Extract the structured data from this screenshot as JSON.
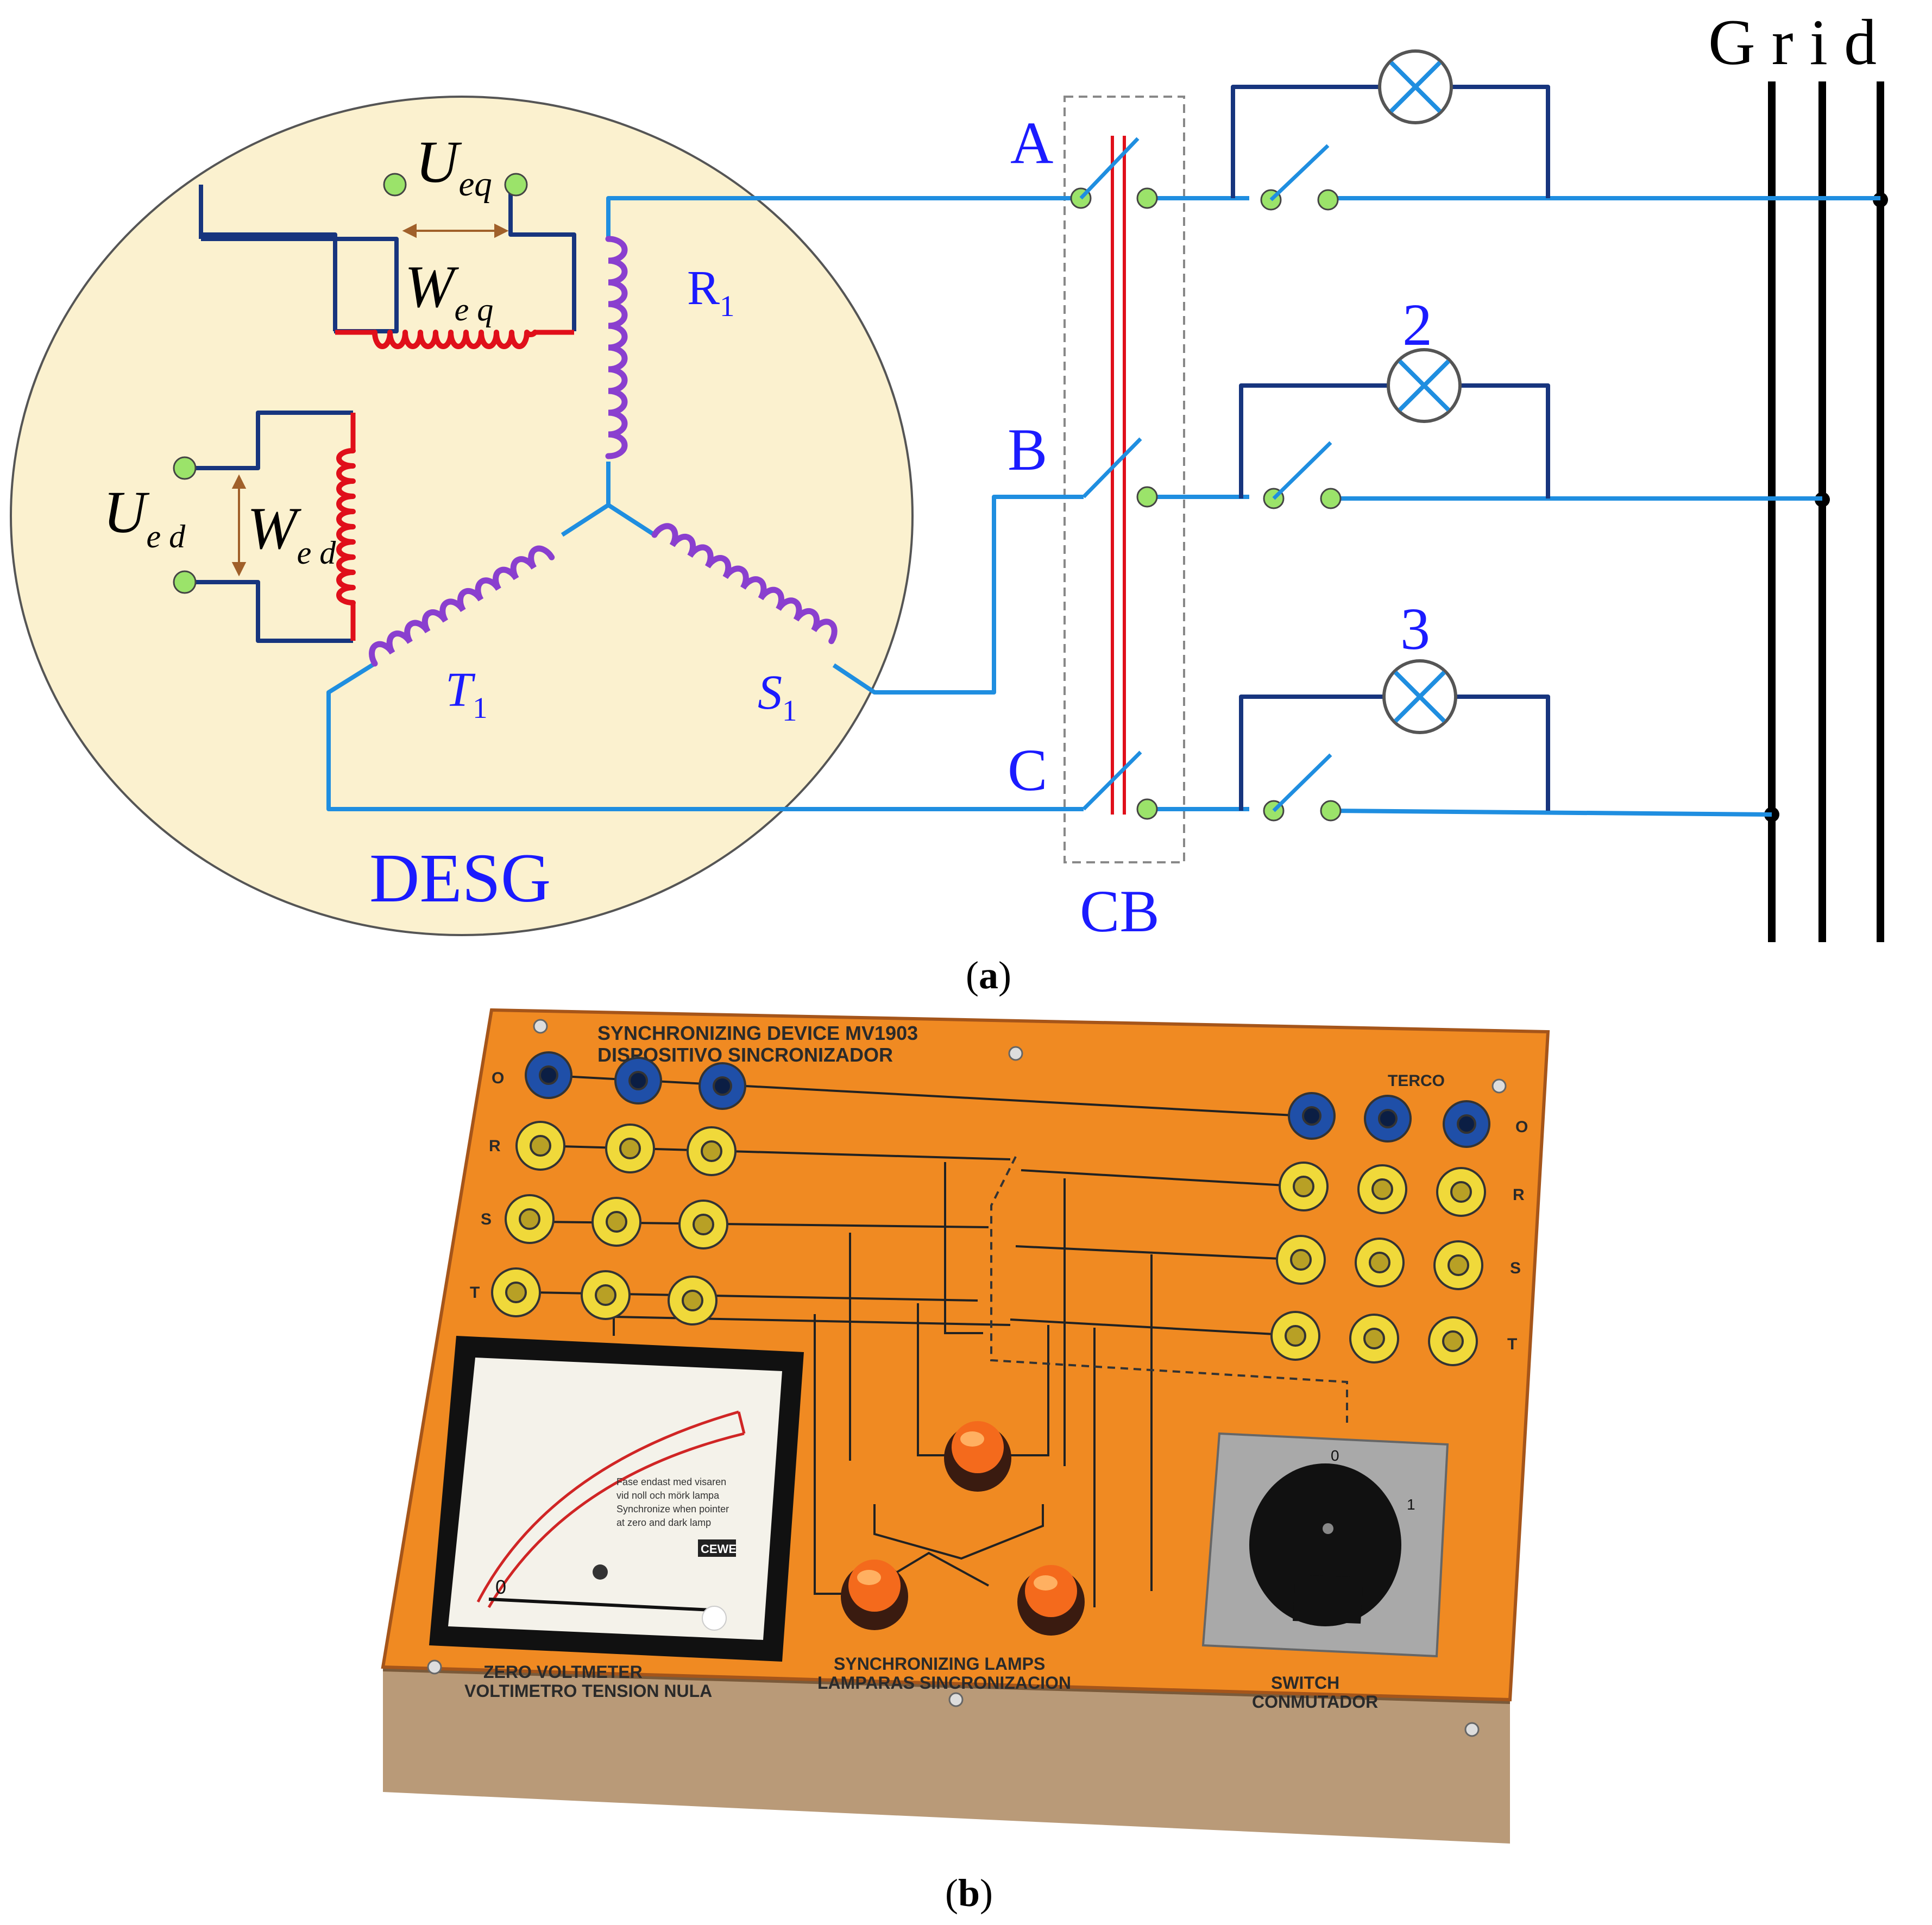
{
  "colors": {
    "wire_blue": "#1f8ee0",
    "wire_dark": "#17357e",
    "coil_purple": "#8a3fcf",
    "coil_red": "#e00f1a",
    "label_blue": "#1b1bff",
    "terminal_green": "#9be36a",
    "generator_fill": "#fbf1cf",
    "panel_orange": "#f08a22",
    "panel_side": "#b99a78"
  },
  "part_a": {
    "caption_open": "(",
    "caption_letter": "a",
    "caption_close": ")",
    "generator_label": "DESG",
    "breaker_label": "CB",
    "grid_label": "G r i d",
    "phase_labels": [
      "A",
      "B",
      "C"
    ],
    "lamp_numbers": [
      "2",
      "3"
    ],
    "coils": {
      "r1": {
        "main": "R",
        "sub": "1"
      },
      "s1": {
        "main": "S",
        "sub": "1"
      },
      "t1": {
        "main": "T",
        "sub": "1"
      },
      "u_eq": {
        "main": "U",
        "sub": "eq"
      },
      "w_eq": {
        "main": "W",
        "sub": "e q"
      },
      "u_ed": {
        "main": "U",
        "sub": "e d"
      },
      "w_ed": {
        "main": "W",
        "sub": "e d"
      }
    }
  },
  "part_b": {
    "caption_open": "(",
    "caption_letter": "b",
    "caption_close": ")",
    "title_line1": "SYNCHRONIZING DEVICE MV1903",
    "title_line2": "DISPOSITIVO SINCRONIZADOR",
    "brand": "TERCO",
    "row_labels": [
      "O",
      "R",
      "S",
      "T"
    ],
    "meter_label_line1": "ZERO VOLTMETER",
    "meter_label_line2": "VOLTIMETRO TENSION NULA",
    "lamps_label_line1": "SYNCHRONIZING LAMPS",
    "lamps_label_line2": "LAMPARAS SINCRONIZACION",
    "switch_label_line1": "SWITCH",
    "switch_label_line2": "CONMUTADOR",
    "switch_positions": [
      "0",
      "1"
    ],
    "meter_note": [
      "Fase endast med visaren",
      "vid noll och mörk lampa",
      "Synchronize when pointer",
      "at zero and dark lamp"
    ],
    "meter_brand": "CEWE",
    "meter_scale_zero": "0"
  }
}
